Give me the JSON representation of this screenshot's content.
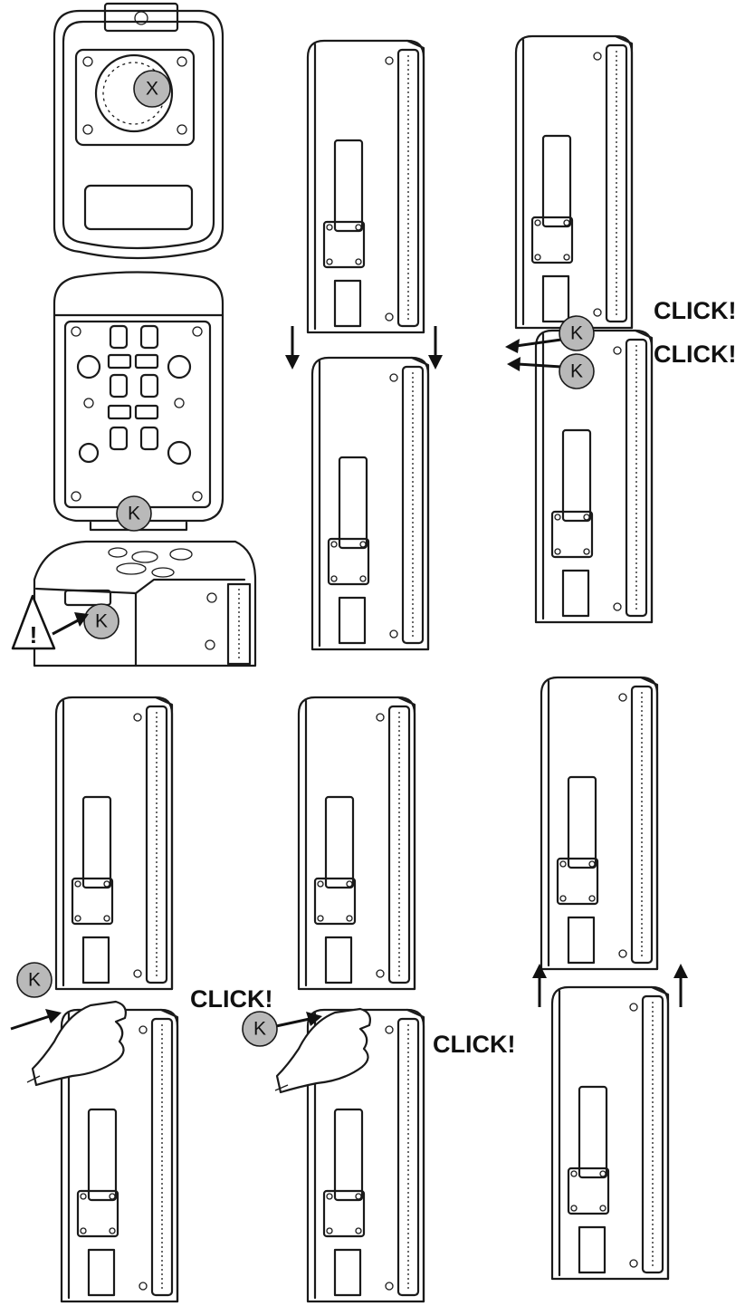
{
  "labels": {
    "badge_x": "X",
    "badge_k": "K",
    "click": "CLICK!",
    "warning_mark": "!"
  },
  "colors": {
    "line": "#1a1a1a",
    "badge_fill": "#b9b9b9",
    "background": "#ffffff"
  },
  "icons": [
    "warning-triangle-icon",
    "arrow-down-icon",
    "arrow-up-icon",
    "hand-icon"
  ]
}
